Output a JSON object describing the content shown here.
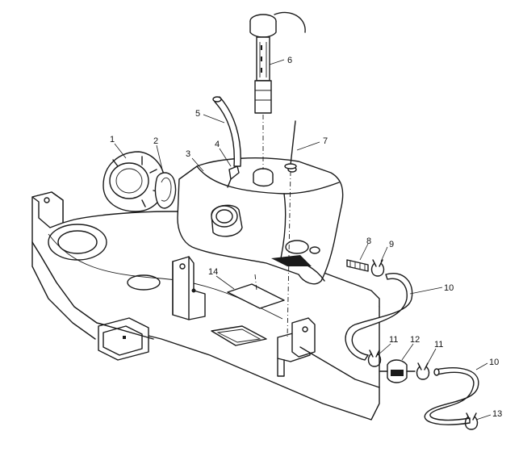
{
  "callouts": [
    {
      "id": "1",
      "label": "1"
    },
    {
      "id": "2",
      "label": "2"
    },
    {
      "id": "3",
      "label": "3"
    },
    {
      "id": "4",
      "label": "4"
    },
    {
      "id": "5",
      "label": "5"
    },
    {
      "id": "6",
      "label": "6"
    },
    {
      "id": "7",
      "label": "7"
    },
    {
      "id": "8",
      "label": "8"
    },
    {
      "id": "9",
      "label": "9"
    },
    {
      "id": "10a",
      "label": "10"
    },
    {
      "id": "10b",
      "label": "10"
    },
    {
      "id": "11a",
      "label": "11"
    },
    {
      "id": "11b",
      "label": "11"
    },
    {
      "id": "12",
      "label": "12"
    },
    {
      "id": "13",
      "label": "13"
    },
    {
      "id": "14",
      "label": "14"
    }
  ]
}
